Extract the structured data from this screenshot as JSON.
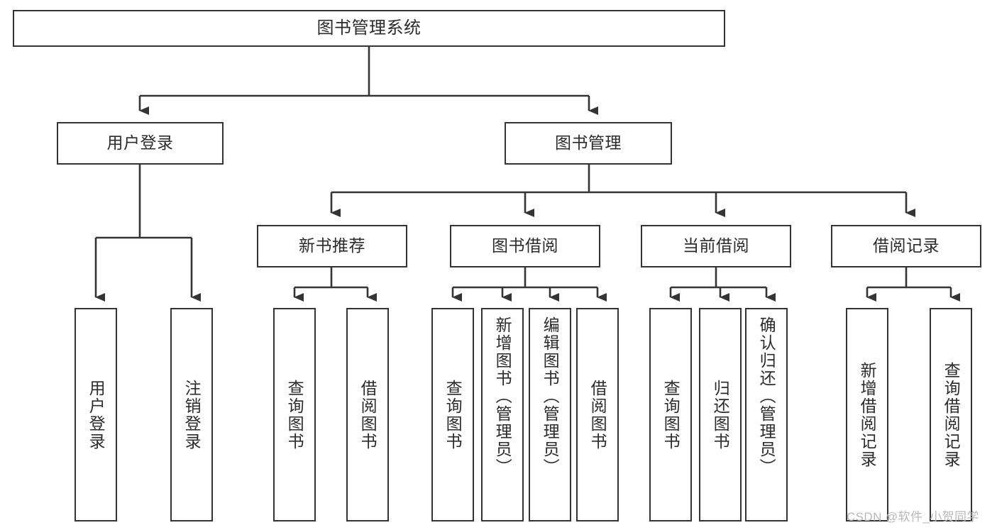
{
  "diagram": {
    "title": "图书管理系统",
    "type": "tree",
    "root": {
      "id": "root",
      "label": "图书管理系统"
    },
    "level1": [
      {
        "id": "user-login",
        "label": "用户登录"
      },
      {
        "id": "book-manage",
        "label": "图书管理"
      }
    ],
    "level2": [
      {
        "id": "new-book-recommend",
        "label": "新书推荐",
        "parent": "book-manage"
      },
      {
        "id": "book-borrow",
        "label": "图书借阅",
        "parent": "book-manage"
      },
      {
        "id": "current-borrow",
        "label": "当前借阅",
        "parent": "book-manage"
      },
      {
        "id": "borrow-record",
        "label": "借阅记录",
        "parent": "book-manage"
      }
    ],
    "leaves": [
      {
        "id": "leaf-user-login",
        "label": "用户登录",
        "parent": "user-login"
      },
      {
        "id": "leaf-user-logout",
        "label": "注销登录",
        "parent": "user-login"
      },
      {
        "id": "leaf-query-book-1",
        "label": "查询图书",
        "parent": "new-book-recommend"
      },
      {
        "id": "leaf-borrow-book-1",
        "label": "借阅图书",
        "parent": "new-book-recommend"
      },
      {
        "id": "leaf-query-book-2",
        "label": "查询图书",
        "parent": "book-borrow"
      },
      {
        "id": "leaf-add-book",
        "label": "新增图书（管理员）",
        "parent": "book-borrow"
      },
      {
        "id": "leaf-edit-book",
        "label": "编辑图书（管理员）",
        "parent": "book-borrow"
      },
      {
        "id": "leaf-borrow-book-2",
        "label": "借阅图书",
        "parent": "book-borrow"
      },
      {
        "id": "leaf-query-book-3",
        "label": "查询图书",
        "parent": "current-borrow"
      },
      {
        "id": "leaf-return-book",
        "label": "归还图书",
        "parent": "current-borrow"
      },
      {
        "id": "leaf-confirm-return",
        "label": "确认归还（管理员）",
        "parent": "current-borrow"
      },
      {
        "id": "leaf-add-record",
        "label": "新增借阅记录",
        "parent": "borrow-record"
      },
      {
        "id": "leaf-query-record",
        "label": "查询借阅记录",
        "parent": "borrow-record"
      }
    ],
    "colors": {
      "stroke": "#343434",
      "box_fill": "#ffffff",
      "text": "#2b2b2b",
      "background": "#ffffff",
      "watermark": "#b9b9b9"
    }
  },
  "watermark": {
    "text": "CSDN @软件_小贺同学"
  }
}
